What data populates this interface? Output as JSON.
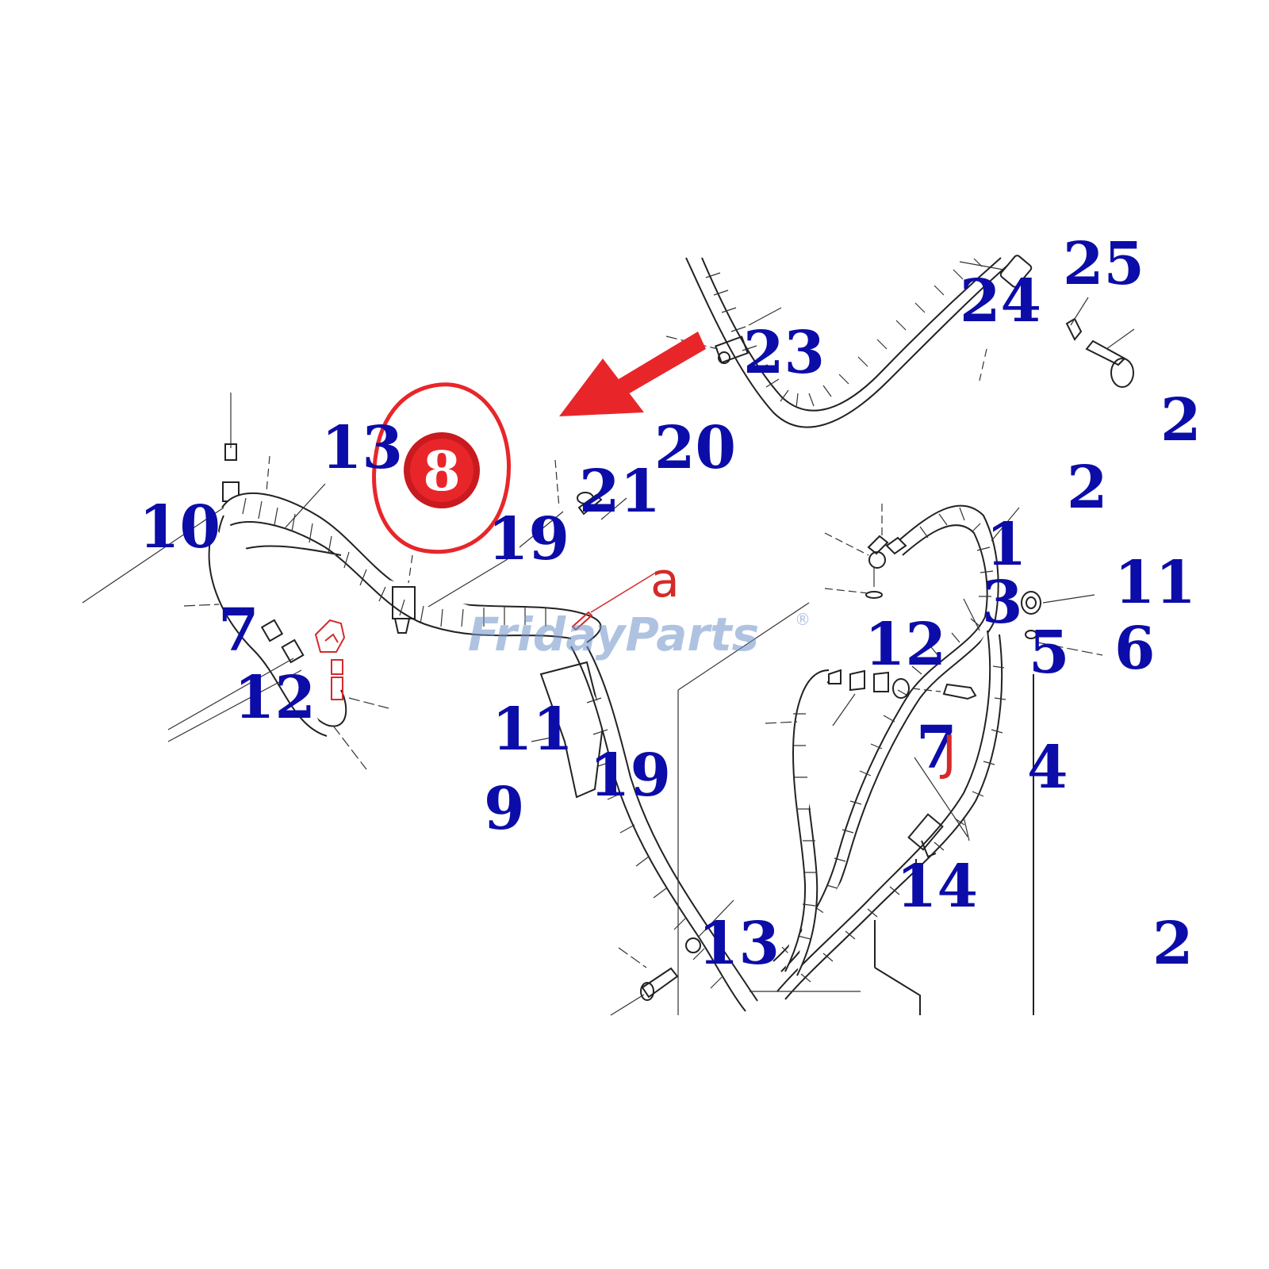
{
  "diagram": {
    "accent_color": "#e8262a",
    "callout_color": "#0c0ca8",
    "highlight": {
      "label": "8"
    },
    "watermark": {
      "text": "FridayParts",
      "trademark": "®"
    },
    "callouts": [
      {
        "id": "c13a",
        "text": "13"
      },
      {
        "id": "c10",
        "text": "10"
      },
      {
        "id": "c19a",
        "text": "19"
      },
      {
        "id": "c21",
        "text": "21"
      },
      {
        "id": "c20",
        "text": "20"
      },
      {
        "id": "c23",
        "text": "23"
      },
      {
        "id": "c24",
        "text": "24"
      },
      {
        "id": "c25",
        "text": "25"
      },
      {
        "id": "c2a",
        "text": "2"
      },
      {
        "id": "c2b",
        "text": "2"
      },
      {
        "id": "c1",
        "text": "1"
      },
      {
        "id": "c3",
        "text": "3"
      },
      {
        "id": "c11a",
        "text": "11"
      },
      {
        "id": "c5",
        "text": "5"
      },
      {
        "id": "c6",
        "text": "6"
      },
      {
        "id": "c12a",
        "text": "12"
      },
      {
        "id": "c7a",
        "text": "7"
      },
      {
        "id": "c12b",
        "text": "12"
      },
      {
        "id": "c11b",
        "text": "11"
      },
      {
        "id": "c19b",
        "text": "19"
      },
      {
        "id": "c9",
        "text": "9"
      },
      {
        "id": "c7b",
        "text": "7"
      },
      {
        "id": "c4",
        "text": "4"
      },
      {
        "id": "c14",
        "text": "14"
      },
      {
        "id": "c13b",
        "text": "13"
      },
      {
        "id": "c2c",
        "text": "2"
      }
    ],
    "red_labels": [
      {
        "id": "ra",
        "text": "a"
      },
      {
        "id": "rj",
        "text": "J"
      }
    ]
  }
}
